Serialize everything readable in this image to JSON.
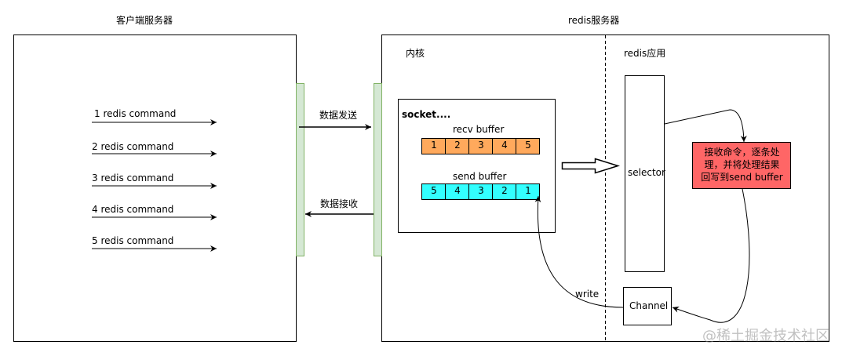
{
  "client": {
    "title": "客户端服务器",
    "commands": [
      "1 redis command",
      "2 redis command",
      "3 redis command",
      "4 redis command",
      "5 redis command"
    ]
  },
  "server": {
    "title": "redis服务器",
    "kernel_label": "内核",
    "app_label": "redis应用"
  },
  "transfer": {
    "send_label": "数据发送",
    "receive_label": "数据接收"
  },
  "socket": {
    "label": "socket....",
    "recv_label": "recv buffer",
    "recv_cells": [
      "1",
      "2",
      "3",
      "4",
      "5"
    ],
    "send_label": "send buffer",
    "send_cells": [
      "5",
      "4",
      "3",
      "2",
      "1"
    ]
  },
  "selector_label": "selector",
  "channel_label": "Channel",
  "write_label": "write",
  "process_note": {
    "lines": [
      "接收命令，逐条处",
      "理，并将处理结果",
      "回写到send buffer"
    ]
  },
  "watermark": "@稀土掘金技术社区",
  "colors": {
    "recv_fill": "#ffa95c",
    "send_fill": "#33ffff",
    "process_fill": "#ff6666",
    "nic_fill": "#d5e8d4",
    "nic_stroke": "#82b366"
  }
}
